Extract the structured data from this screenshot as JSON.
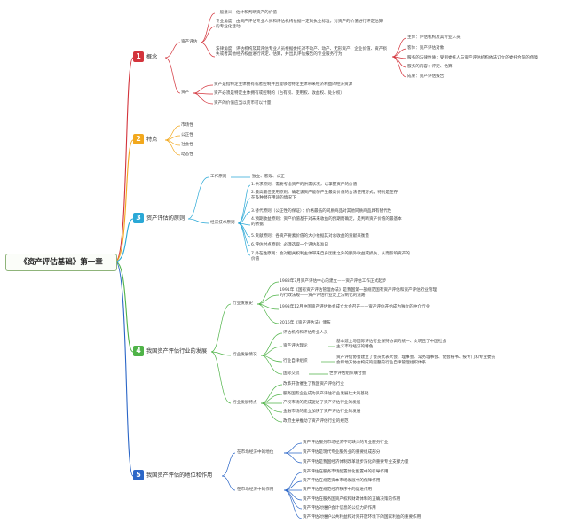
{
  "root": "《资产评估基础》第一章",
  "colors": {
    "c1": "#d3343c",
    "c2": "#f2a81d",
    "c3": "#2aa8d6",
    "c4": "#4fb348",
    "c5": "#2b66c7"
  },
  "sec1": {
    "num": "1",
    "title": "概念",
    "zcpg": "资产评估",
    "items": [
      "一般意义：估计和判断资产的价值",
      "专业角度：由资产评估专业人员和评估机构依据一定的执业标准，对资产的价值进行评定估算的专业化活动",
      "法律角度：评估机构及其评估专业人员根据委托对不动产、动产、无形资产、企业价值、资产损失或者其他经济权益进行评定、估算，并出具评估报告的专业服务行为"
    ],
    "legal_sub": [
      "主体：评估机构及其专业人员",
      "客体：资产评估对象",
      "服务的法律性质：受到委托人与资产评估机构依法订立的委托合同的保障",
      "服务的内容：评定、估算",
      "成果：资产评估报告"
    ],
    "zichan": "资产",
    "zichan_items": [
      "资产是指特定主体拥有或者控制并且能够给特定主体带来经济利益的经济资源",
      "资产必须是特定主体拥有或控制的（占有权、使用权、收益权、处分权）",
      "资产的价值应当以货币可以计量"
    ]
  },
  "sec2": {
    "num": "2",
    "title": "特点",
    "items": [
      "市场性",
      "公正性",
      "社会性",
      "动态性"
    ]
  },
  "sec3": {
    "num": "3",
    "title": "资产评估的原则",
    "work_label": "工作原则",
    "work_value": "独立、客观、公正",
    "tech_label": "经济技术原则",
    "tech_items": [
      "1.供求原则：需要考虑资产的供需状况，以掌握资产的价值",
      "2.最高最佳使用原则：确定该资产能够产生最高价值的合法使用方式，特别是在存在多种潜在用途的情况下",
      "3.替代原则（公正性的保证）：价格最低的同质商品对其他同质商品具有替代性",
      "4.预期收益原则：资产价值基于对未来收益的预期而确定，是判断资产价值的最基本的依据",
      "5.贡献原则：各资产要素价值的大小依据其对总收益的贡献来衡量",
      "6.评估时点原则：必须选取一个评估基准日",
      "7.外在性原则：会对相关权利主体带来自身因素之外的额外收益或损失，从而影响资产的价值"
    ]
  },
  "sec4": {
    "num": "4",
    "title": "我国资产评估行业的发展",
    "history_label": "行业发展史",
    "history": [
      "1988年7月资产评估中心的建立——资产评估工作正式起步",
      "1991年《国有资产评估管理办法》是我国第一部规范国有资产评估和资产评估行业管理的行政法规——资产评估行业走上法制化的道路",
      "1993年12月中国资产评估协会成立大会召开——资产评估开始成为独立的中介行业",
      "2016年《资产评估法》颁布"
    ],
    "status_label": "行业发展情况",
    "status": [
      "评估机构和评估专业人员",
      "资产评估理论",
      "行业自律组织",
      "国际交流"
    ],
    "theory_desc": "基本建立与国际评估行业保持协调的统一、文明且了中国社会主义市场经济的特色",
    "org_desc": "资产评估协会建立了会员代表大会、理事会、常务理事会、协会秘书、按专门和专业委员会和地方协会构成的完整的行业自律管理组织体系",
    "intl_desc": "世界评估组织联合会",
    "feature_label": "行业发展特点",
    "features": [
      "改革开放催生了我国资产评估行业",
      "服务国有企业成为资产评估行业发展壮大的基础",
      "产权市场的完成促进了资产评估行业的发展",
      "金融市场的建立加快了资产评估行业的发展",
      "政府主导推动了资产评估行业的规范"
    ]
  },
  "sec5": {
    "num": "5",
    "title": "我国资产评估的地位和作用",
    "pos_label": "在市场经济中的地位",
    "pos": [
      "资产评估服务市场经济不可缺少的专业服务行业",
      "资产评估是现代专业服务业的重要组成部分",
      "资产评估是我国经济体制改革逐步深化的重要专业支撑力量"
    ],
    "role_label": "在市场经济中的作用",
    "roles": [
      "资产评估在服务市场配置优化配置中的引导作用",
      "资产评估在规范资本市场发展中的保障作用",
      "资产评估在规范经济秩序中的促进作用",
      "资产评估在服务国资产权和财政体制的正确决策的作用",
      "资产评估对维护会计信息的公信力的作用",
      "资产评估对维护公共利益和对外开放环境下的国家利益的重要作用"
    ]
  }
}
